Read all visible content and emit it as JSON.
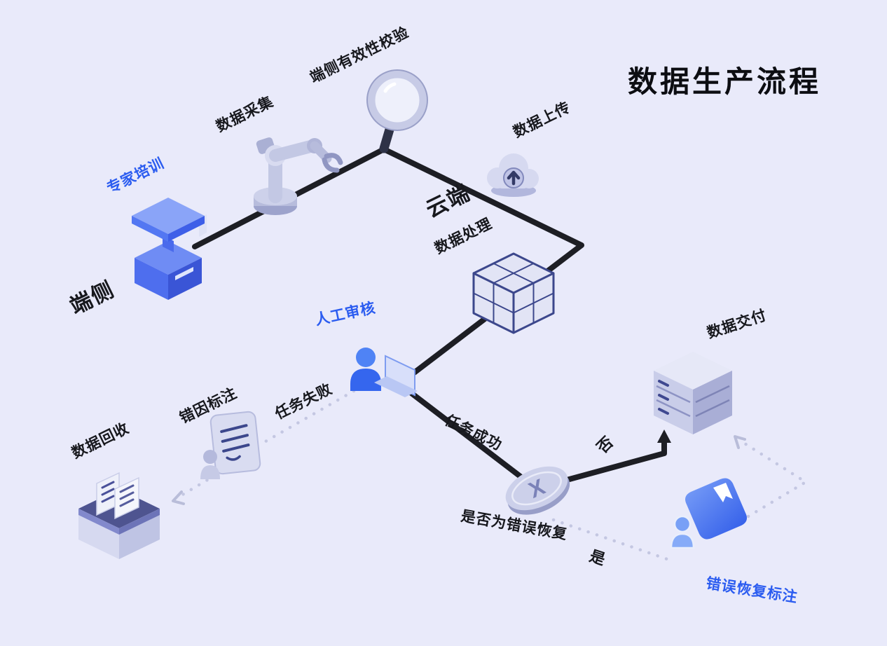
{
  "title": "数据生产流程",
  "regions": {
    "device": "端侧",
    "cloud": "云端"
  },
  "nodes": {
    "expert_training": "专家培训",
    "data_collection": "数据采集",
    "device_validation": "端侧有效性校验",
    "data_upload": "数据上传",
    "data_processing": "数据处理",
    "manual_review": "人工审核",
    "error_cause_annotation": "错因标注",
    "data_recycling": "数据回收",
    "decision_question": "是否为错误恢复",
    "decision_symbol": "X",
    "data_delivery": "数据交付",
    "error_recovery_annotation": "错误恢复标注"
  },
  "edge_labels": {
    "task_failed": "任务失败",
    "task_success": "任务成功",
    "no": "否",
    "yes": "是"
  },
  "flow": [
    {
      "from": "专家培训",
      "to": "数据采集",
      "style": "solid"
    },
    {
      "from": "数据采集",
      "to": "端侧有效性校验",
      "style": "solid"
    },
    {
      "from": "端侧有效性校验",
      "to": "数据上传",
      "style": "solid"
    },
    {
      "from": "数据上传",
      "to": "数据处理",
      "style": "solid"
    },
    {
      "from": "数据处理",
      "to": "人工审核",
      "style": "solid"
    },
    {
      "from": "人工审核",
      "to": "错因标注",
      "style": "dotted",
      "label": "任务失败"
    },
    {
      "from": "错因标注",
      "to": "数据回收",
      "style": "dotted"
    },
    {
      "from": "人工审核",
      "to": "是否为错误恢复",
      "style": "solid",
      "label": "任务成功"
    },
    {
      "from": "是否为错误恢复",
      "to": "数据交付",
      "style": "solid",
      "label": "否"
    },
    {
      "from": "是否为错误恢复",
      "to": "错误恢复标注",
      "style": "dotted",
      "label": "是"
    },
    {
      "from": "错误恢复标注",
      "to": "数据交付",
      "style": "dotted"
    }
  ],
  "colors": {
    "background": "#e9eafa",
    "flow_line": "#1d1e24",
    "dotted_line": "#c4c7e2",
    "accent_blue": "#2b5cf0",
    "text": "#17181d",
    "icon_lavender": "#d6d9f0",
    "icon_indigo": "#3c478c",
    "icon_blue": "#3f6bf0"
  }
}
